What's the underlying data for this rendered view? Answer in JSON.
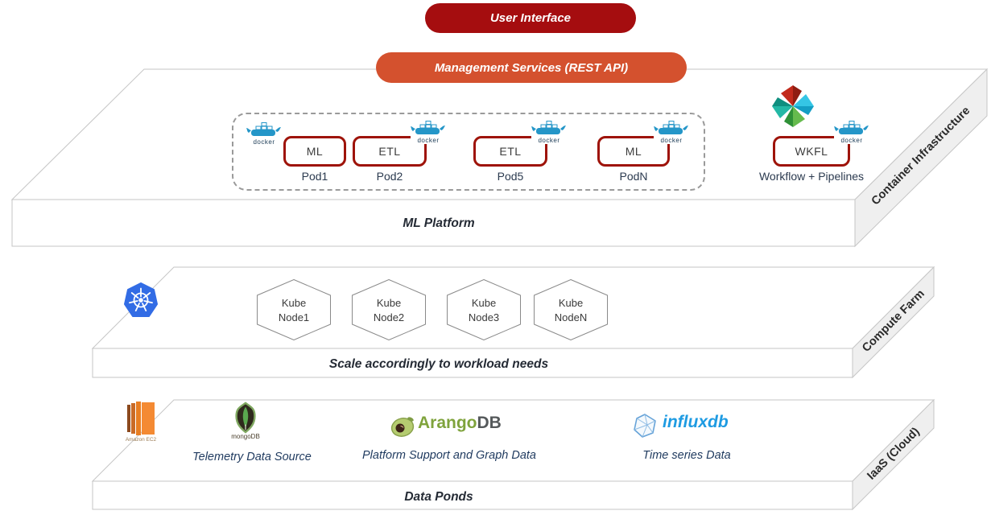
{
  "ui": {
    "docker_label": "docker"
  },
  "pills": {
    "user_interface": "User Interface",
    "management": "Management Services (REST API)"
  },
  "layers": {
    "container_infrastructure": {
      "side_label": "Container Infrastructure",
      "face_label": "ML Platform",
      "pods": [
        {
          "app": "ML",
          "name": "Pod1"
        },
        {
          "app": "ETL",
          "name": "Pod2"
        },
        {
          "app": "ETL",
          "name": "Pod5"
        },
        {
          "app": "ML",
          "name": "PodN"
        }
      ],
      "workflow": {
        "app": "WKFL",
        "caption": "Workflow + Pipelines"
      }
    },
    "compute_farm": {
      "side_label": "Compute Farm",
      "face_label": "Scale accordingly to workload needs",
      "nodes": [
        {
          "line1": "Kube",
          "line2": "Node1"
        },
        {
          "line1": "Kube",
          "line2": "Node2"
        },
        {
          "line1": "Kube",
          "line2": "Node3"
        },
        {
          "line1": "Kube",
          "line2": "NodeN"
        }
      ]
    },
    "iaas": {
      "side_label": "IaaS (Cloud)",
      "face_label": "Data Ponds",
      "ec2_caption": "Amazon EC2",
      "mongo_caption": "mongoDB",
      "telemetry_label": "Telemetry Data Source",
      "arango_wordmark_green": "Arango",
      "arango_wordmark_dark": "DB",
      "graph_label": "Platform Support and Graph Data",
      "influx_wordmark": "influxdb",
      "timeseries_label": "Time series Data"
    }
  },
  "colors": {
    "pill_dark_red": "#a50d0f",
    "pill_orange": "#d4512e",
    "pod_border_red": "#9e1309",
    "docker_blue": "#2496c8",
    "kubernetes_blue": "#326ce5",
    "mongo_leaf_green": "#5aa84f",
    "ec2_orange": "#e87e22",
    "arango_green": "#7fa33c",
    "influx_blue": "#1e9be2",
    "slab_side_gray": "#efefef"
  }
}
